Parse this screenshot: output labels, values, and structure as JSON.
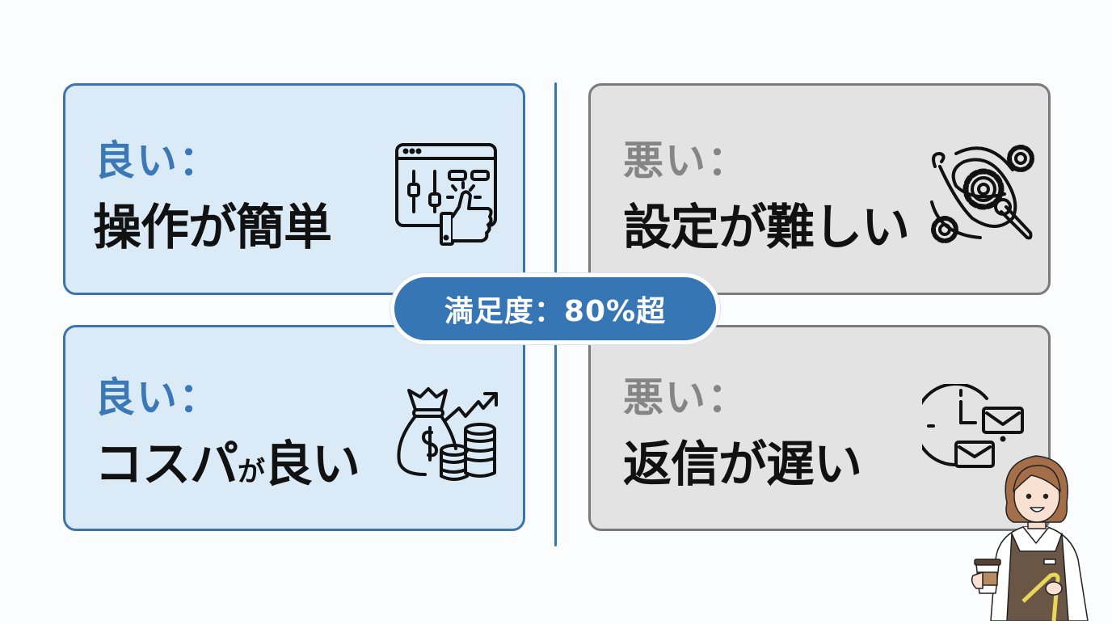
{
  "cards": [
    {
      "type": "good",
      "label": "良い：",
      "text_parts": [
        "操作が簡単"
      ],
      "icon": "settings-window-thumbs-up-icon"
    },
    {
      "type": "bad",
      "label": "悪い：",
      "text_parts": [
        "設定が難しい"
      ],
      "icon": "tangled-gears-wrench-icon"
    },
    {
      "type": "good",
      "label": "良い：",
      "text_parts": [
        "コスパ",
        "が",
        "良い"
      ],
      "icon": "money-bag-coins-growth-icon"
    },
    {
      "type": "bad",
      "label": "悪い：",
      "text_parts": [
        "返信が遅い"
      ],
      "icon": "clock-envelopes-icon"
    }
  ],
  "center_badge": {
    "text": "満足度：80%超"
  },
  "colors": {
    "good_fill": "#dbeaf7",
    "good_border": "#3b74ad",
    "good_label": "#3a78b8",
    "bad_fill": "#e3e3e3",
    "bad_border": "#7a7a7a",
    "bad_label": "#858585",
    "badge": "#3676b5",
    "background": "#fbfcfd"
  },
  "illustration": {
    "subject": "smiling-staff-woman-with-coffee-and-measuring-tape"
  }
}
